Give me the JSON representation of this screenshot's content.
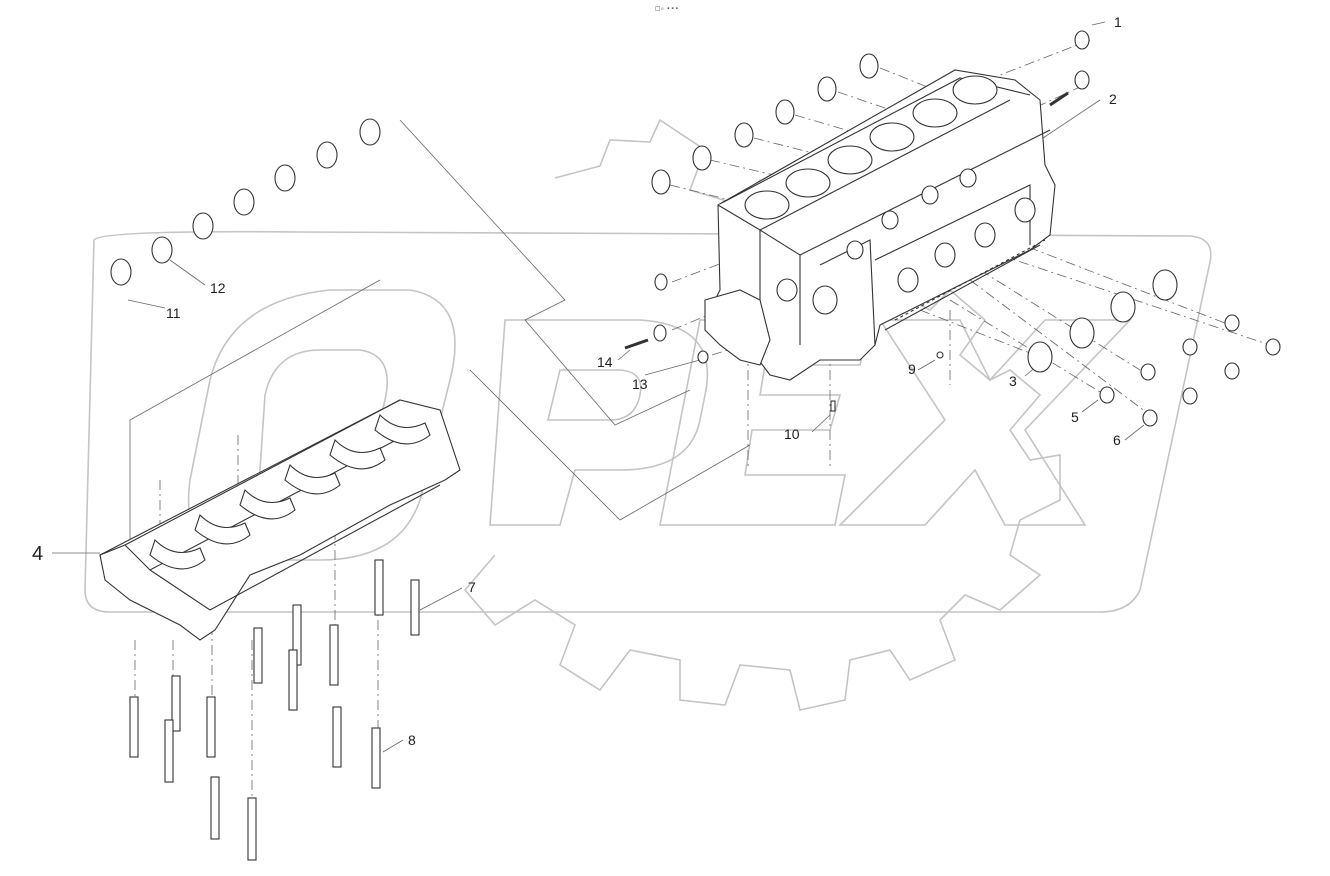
{
  "header_code": "□₀ ∙∙∙",
  "watermark": {
    "text": "OPEX",
    "color": "#b9b9b9"
  },
  "callouts": {
    "c1": "1",
    "c2": "2",
    "c3": "3",
    "c4": "4",
    "c5": "5",
    "c6": "6",
    "c7": "7",
    "c8": "8",
    "c9": "9",
    "c10": "10",
    "c11": "11",
    "c12": "12",
    "c13": "13",
    "c14": "14"
  },
  "colors": {
    "line": "#333333",
    "leader": "#555555",
    "background": "#ffffff"
  }
}
